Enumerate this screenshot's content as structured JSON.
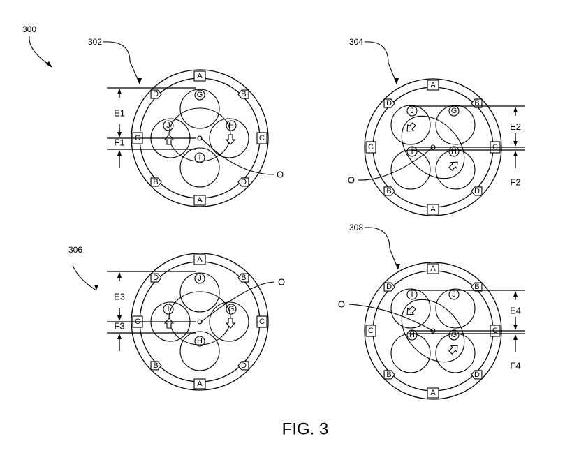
{
  "figure": {
    "id": "300",
    "caption": "FIG. 3",
    "center_point_label": "O",
    "views": [
      {
        "ref": "302",
        "dims": [
          "E1",
          "F1"
        ],
        "slots": {
          "top": "A",
          "bottom": "A",
          "upper_left": "D",
          "upper_right": "B",
          "left": "C",
          "right": "C",
          "lower_left": "B",
          "lower_right": "D"
        },
        "circles": {
          "top": "G",
          "left": "J",
          "right": "H",
          "bottom": "I"
        }
      },
      {
        "ref": "304",
        "dims": [
          "E2",
          "F2"
        ],
        "slots": {
          "top": "A",
          "bottom": "A",
          "upper_left": "D",
          "upper_right": "B",
          "left": "C",
          "right": "C",
          "lower_left": "B",
          "lower_right": "D"
        },
        "circles": {
          "tl": "J",
          "tr": "G",
          "bl": "I",
          "br": "H"
        }
      },
      {
        "ref": "306",
        "dims": [
          "E3",
          "F3"
        ],
        "slots": {
          "top": "A",
          "bottom": "A",
          "upper_left": "D",
          "upper_right": "B",
          "left": "C",
          "right": "C",
          "lower_left": "B",
          "lower_right": "D"
        },
        "circles": {
          "top": "J",
          "left": "I",
          "right": "G",
          "bottom": "H"
        }
      },
      {
        "ref": "308",
        "dims": [
          "E4",
          "F4"
        ],
        "slots": {
          "top": "A",
          "bottom": "A",
          "upper_left": "D",
          "upper_right": "B",
          "left": "C",
          "right": "C",
          "lower_left": "B",
          "lower_right": "D"
        },
        "circles": {
          "tl": "I",
          "tr": "J",
          "bl": "H",
          "br": "G"
        }
      }
    ]
  }
}
